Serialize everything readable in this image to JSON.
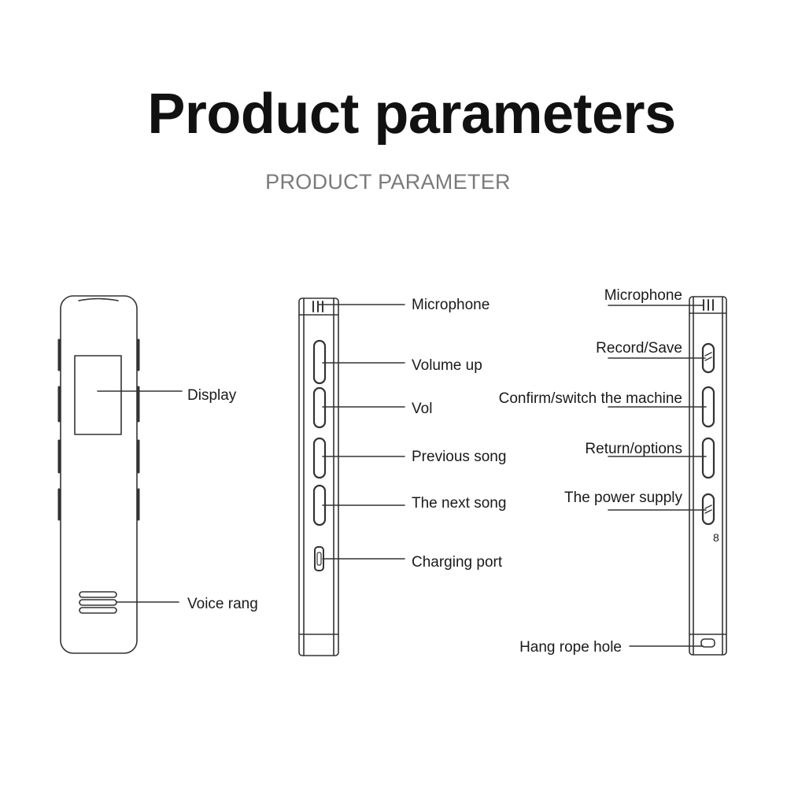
{
  "header": {
    "title": "Product parameters",
    "subtitle": "PRODUCT PARAMETER"
  },
  "front_view": {
    "labels": {
      "display": "Display",
      "voice": "Voice rang"
    }
  },
  "left_side_view": {
    "labels": {
      "microphone": "Microphone",
      "volume_up": "Volume up",
      "vol": "Vol",
      "previous_song": "Previous song",
      "next_song": "The next song",
      "charging_port": "Charging port"
    }
  },
  "right_side_view": {
    "labels": {
      "microphone": "Microphone",
      "record_save": "Record/Save",
      "confirm_switch": "Confirm/switch the machine",
      "return_options": "Return/options",
      "power_supply": "The power supply",
      "hang_rope_hole": "Hang rope hole"
    },
    "mark": "8"
  },
  "colors": {
    "line": "#333333",
    "title": "#111111",
    "subtitle": "#7a7a7a"
  }
}
